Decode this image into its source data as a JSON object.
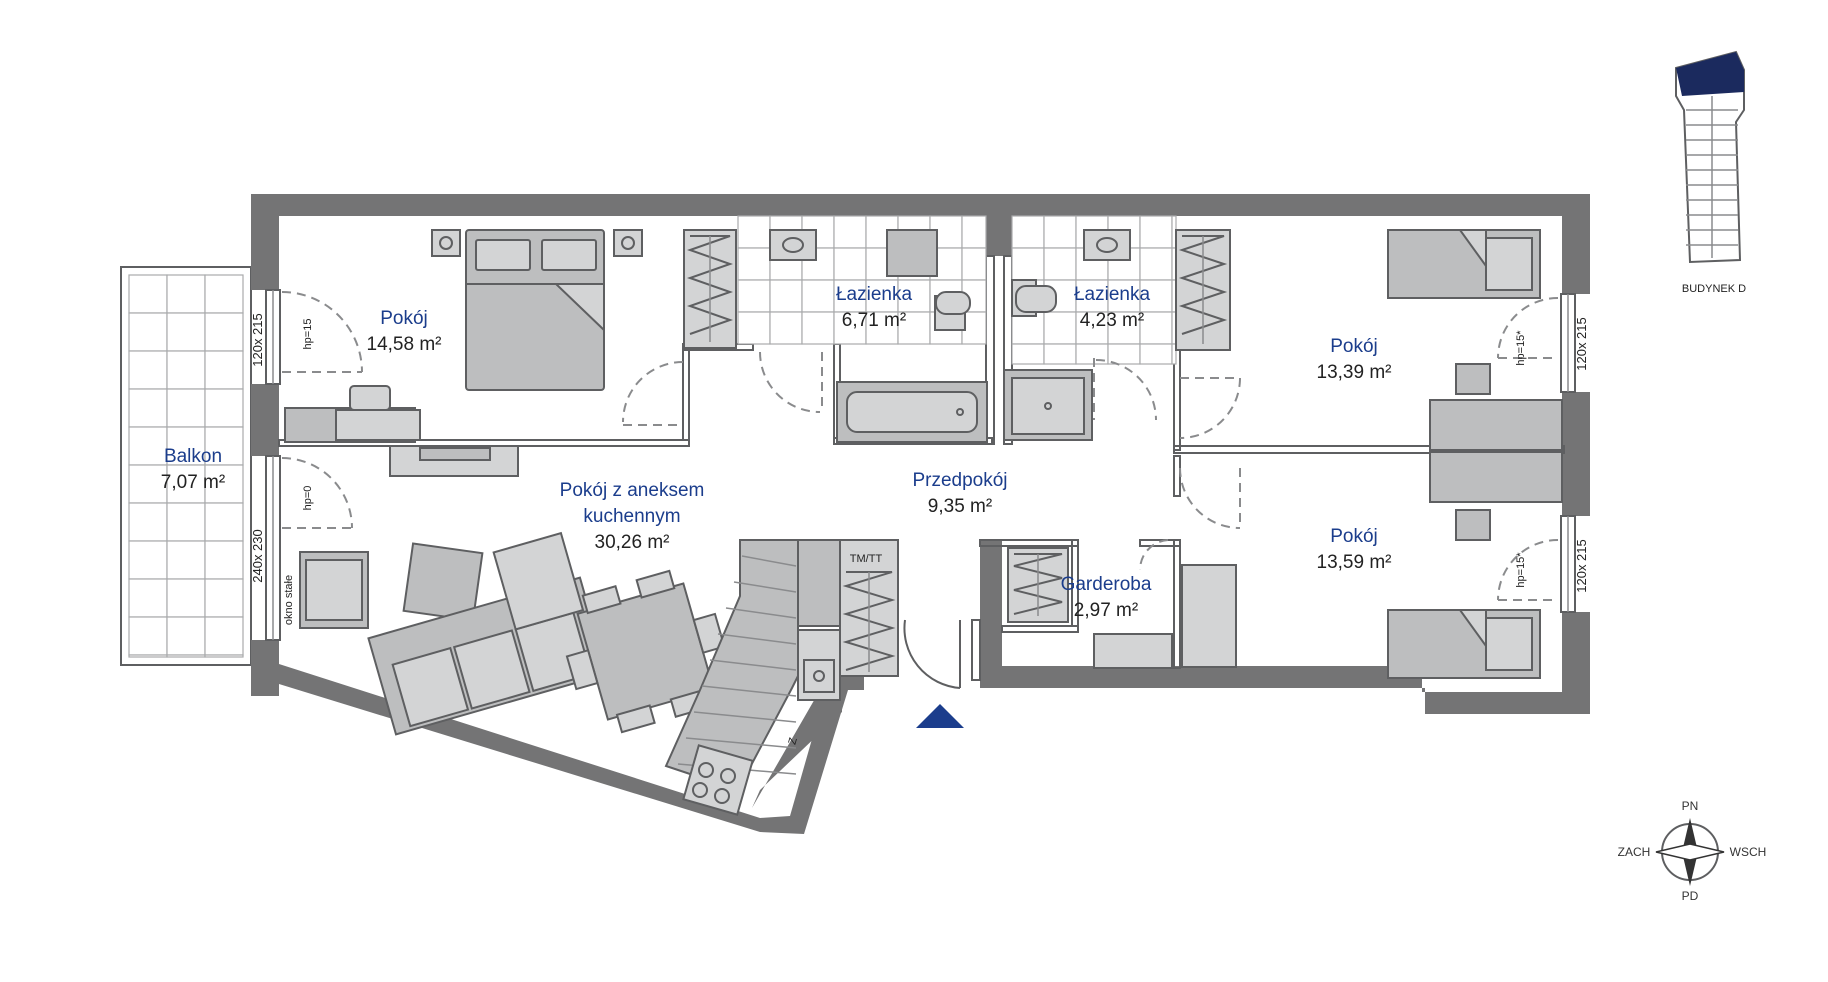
{
  "rooms": [
    {
      "name": "Pokój",
      "area": "14,58 m²"
    },
    {
      "name": "Łazienka",
      "area": "6,71 m²"
    },
    {
      "name": "Łazienka",
      "area": "4,23 m²"
    },
    {
      "name": "Pokój",
      "area": "13,39 m²"
    },
    {
      "name": "Balkon",
      "area": "7,07 m²"
    },
    {
      "name_line1": "Pokój z aneksem",
      "name_line2": "kuchennym",
      "area": "30,26 m²"
    },
    {
      "name": "Przedpokój",
      "area": "9,35 m²"
    },
    {
      "name": "Garderoba",
      "area": "2,97 m²"
    },
    {
      "name": "Pokój",
      "area": "13,59 m²"
    }
  ],
  "labels": {
    "window_1": "120x 215",
    "window_2": "240x 230",
    "window_fixed": "okno stałe",
    "window_3": "120x 215",
    "window_4": "120x 215",
    "hp_1": "hp=15",
    "hp_2": "hp=0",
    "hp_3": "hp=15*",
    "hp_4": "hp=15*",
    "tm_tt": "TM/TT",
    "fridge": "Z"
  },
  "building": {
    "label": "BUDYNEK D"
  },
  "compass": {
    "n": "PN",
    "s": "PD",
    "w": "ZACH",
    "e": "WSCH"
  },
  "colors": {
    "accent": "#1b3d8c",
    "wall": "#747475",
    "furniture": "#bdbebf"
  },
  "icons": {
    "entrance": "entrance-triangle-icon",
    "compass": "compass-rose-icon"
  }
}
